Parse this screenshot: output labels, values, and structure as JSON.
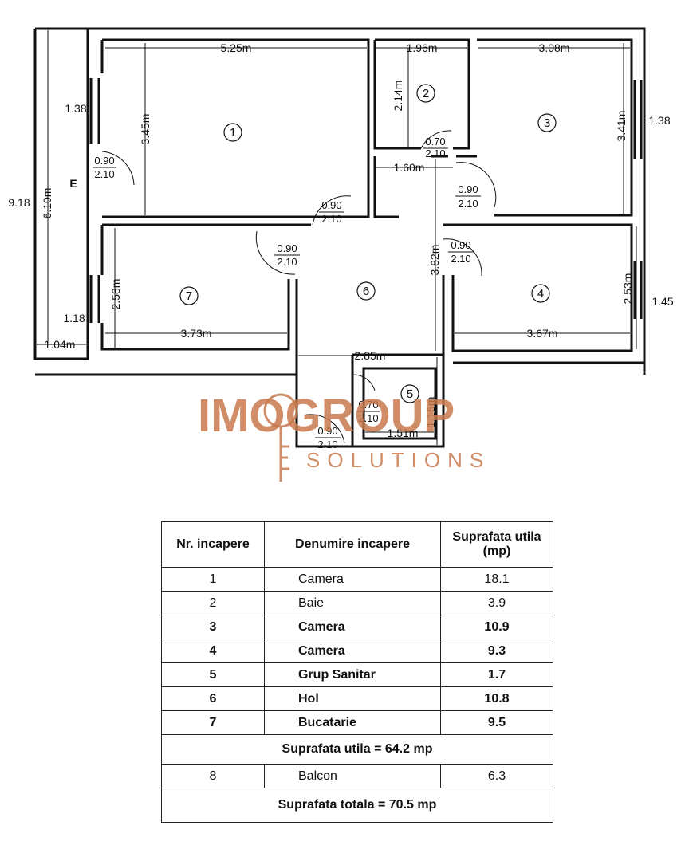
{
  "plan": {
    "dims": {
      "w1": "5.25m",
      "h1": "3.45m",
      "w2": "1.96m",
      "h2": "2.14m",
      "w3": "3.08m",
      "h3": "3.41m",
      "hall": "1.60m",
      "h6": "3.82m",
      "w4": "3.67m",
      "h4": "2.53m",
      "w7": "3.73m",
      "h7": "2.58m",
      "w6": "2.85m",
      "w5": "1.51m",
      "h5": "1.15m",
      "total_h": "9.18",
      "left_h": "6.10m",
      "bal_w": "1.04m",
      "win_l1": "1.38",
      "win_l2": "1.18",
      "win_r1": "1.38",
      "win_r2": "1.45",
      "entry": "E"
    },
    "doors": {
      "entry": [
        "0.90",
        "2.10"
      ],
      "r1": [
        "0.90",
        "2.10"
      ],
      "r2": [
        "0.70",
        "2.10"
      ],
      "r3": [
        "0.90",
        "2.10"
      ],
      "r7": [
        "0.90",
        "2.10"
      ],
      "r4": [
        "0.90",
        "2.10"
      ],
      "r5a": [
        "0.90",
        "2.10"
      ],
      "r5b": [
        "0.70",
        "2.10"
      ]
    },
    "rooms": {
      "r1": "1",
      "r2": "2",
      "r3": "3",
      "r4": "4",
      "r5": "5",
      "r6": "6",
      "r7": "7"
    },
    "watermark": {
      "main": "IMOGROUP",
      "sub": "SOLUTIONS"
    }
  },
  "table": {
    "headers": [
      "Nr. incapere",
      "Denumire incapere",
      "Suprafata utila (mp)"
    ],
    "rows": [
      {
        "nr": "1",
        "name": "Camera",
        "area": "18.1",
        "bold": false
      },
      {
        "nr": "2",
        "name": "Baie",
        "area": "3.9",
        "bold": false
      },
      {
        "nr": "3",
        "name": "Camera",
        "area": "10.9",
        "bold": true
      },
      {
        "nr": "4",
        "name": "Camera",
        "area": "9.3",
        "bold": true
      },
      {
        "nr": "5",
        "name": "Grup Sanitar",
        "area": "1.7",
        "bold": true
      },
      {
        "nr": "6",
        "name": "Hol",
        "area": "10.8",
        "bold": true
      },
      {
        "nr": "7",
        "name": "Bucatarie",
        "area": "9.5",
        "bold": true
      }
    ],
    "subtotal": "Suprafata utila = 64.2 mp",
    "balcony": {
      "nr": "8",
      "name": "Balcon",
      "area": "6.3"
    },
    "total": "Suprafata totala = 70.5 mp"
  }
}
